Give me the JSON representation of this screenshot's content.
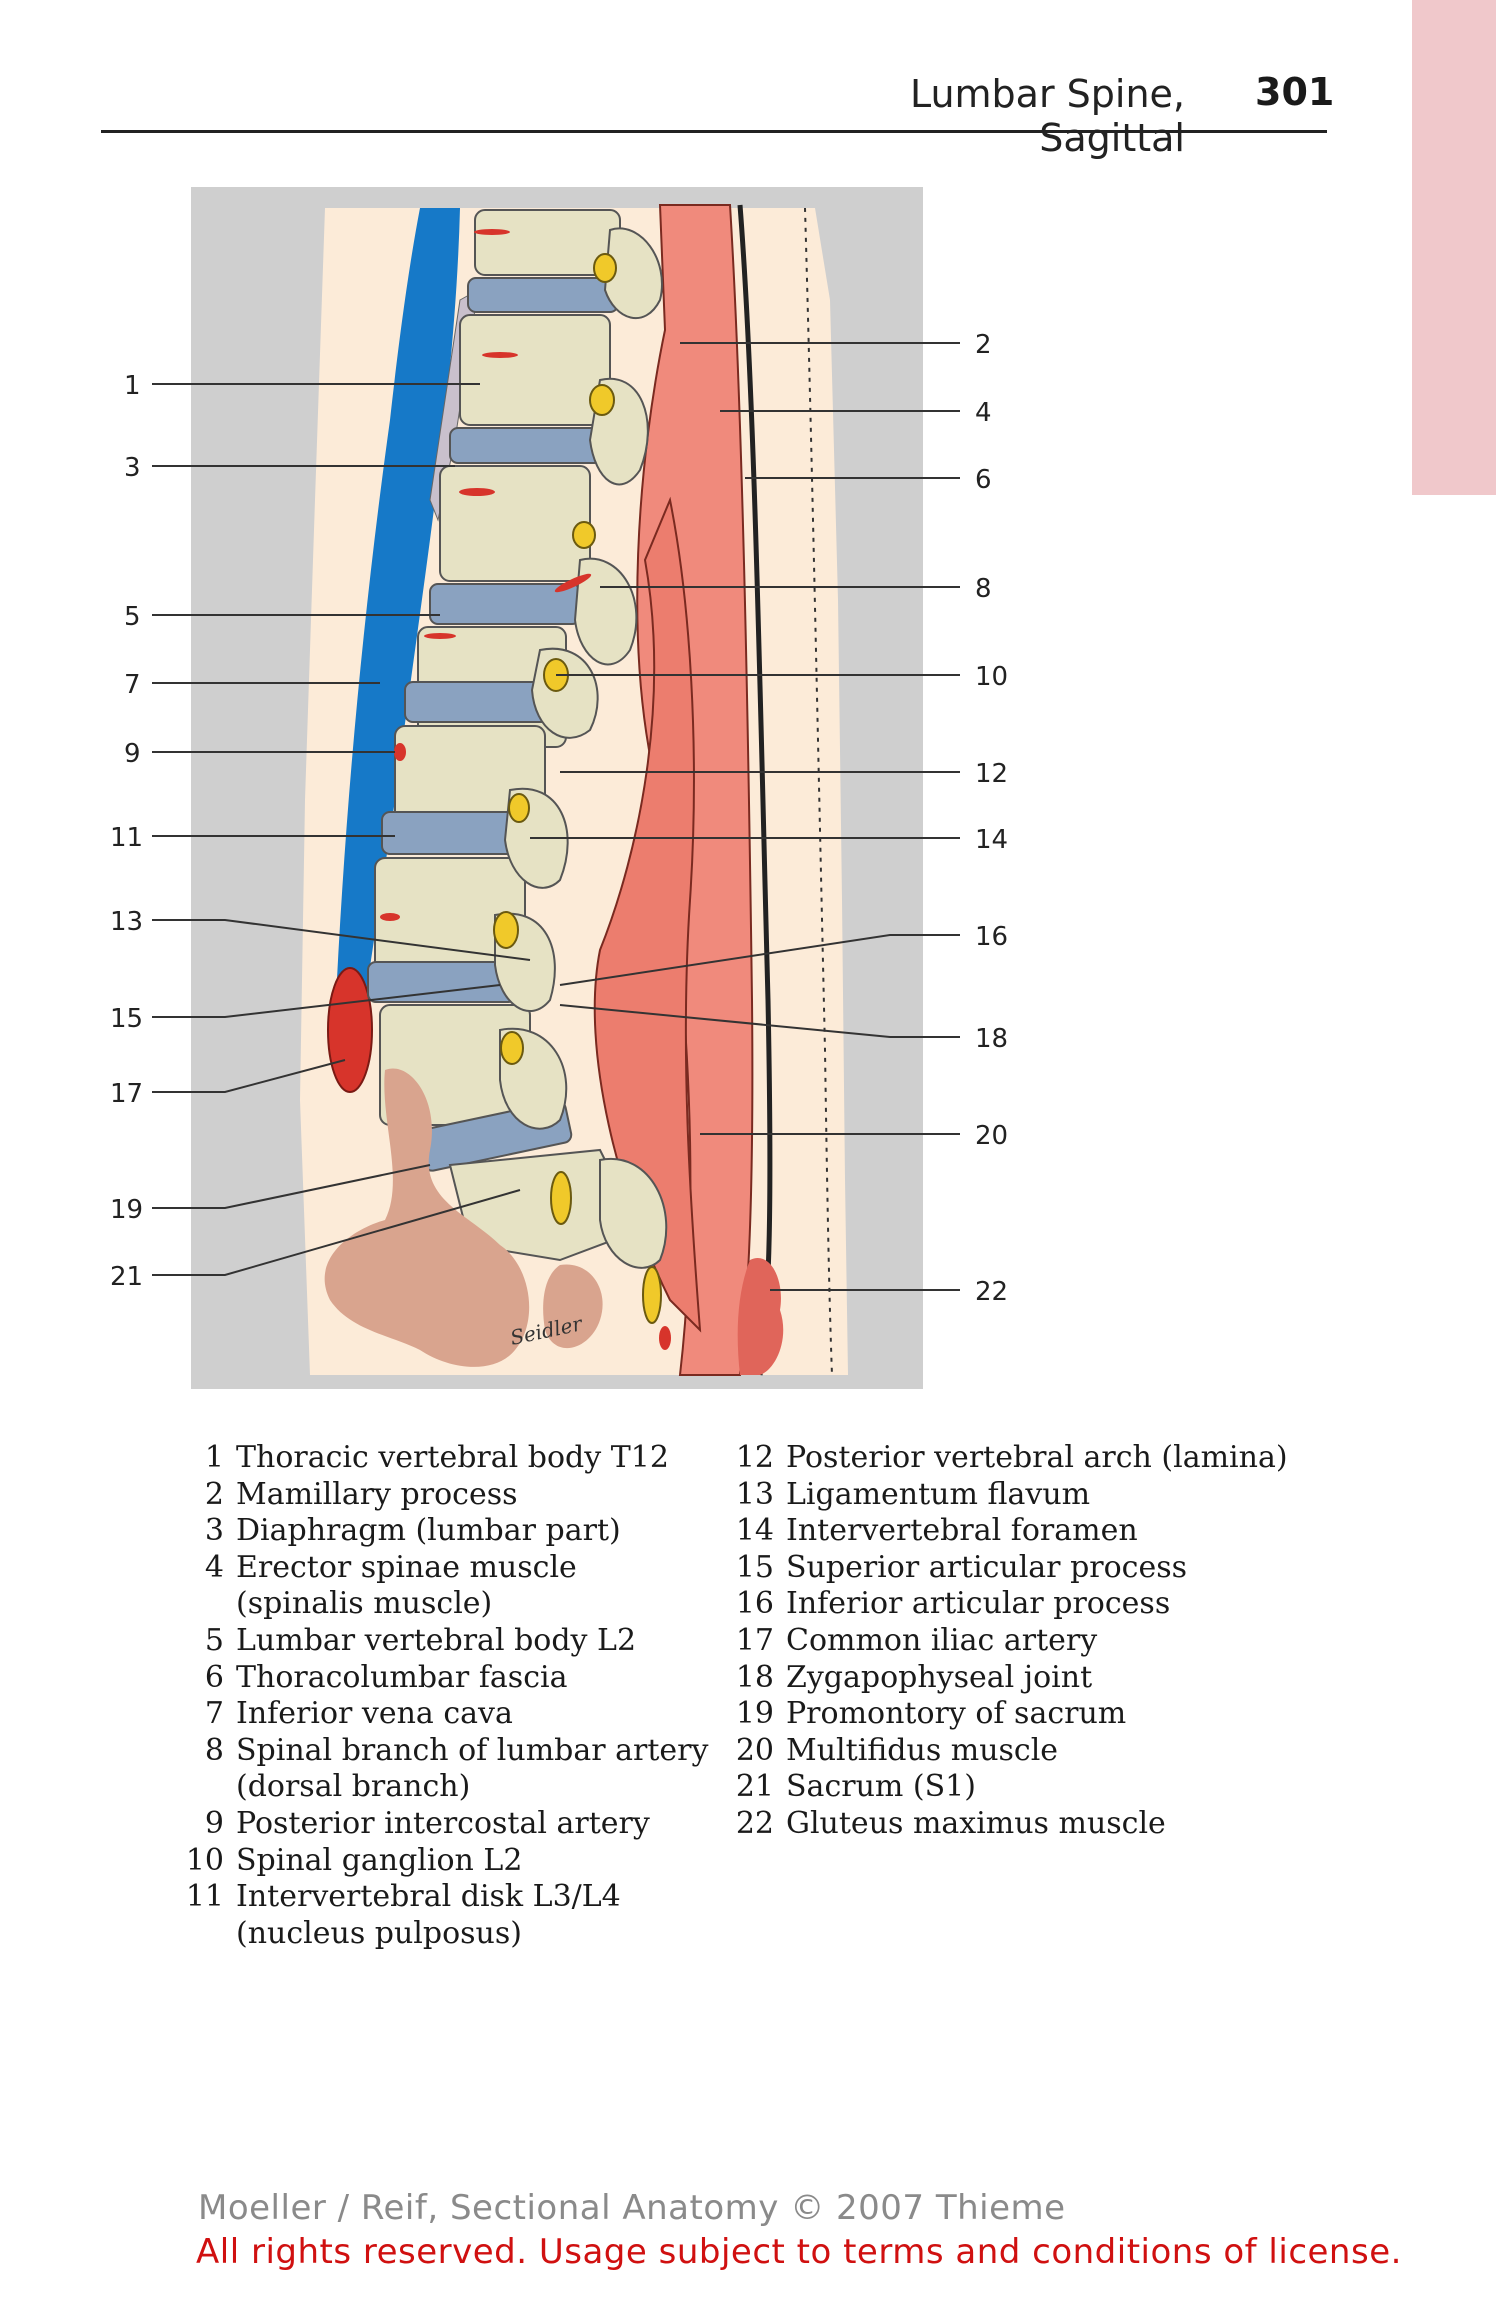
{
  "header": {
    "title": "Lumbar Spine, Sagittal",
    "page_number": "301"
  },
  "figure": {
    "left_labels": [
      "1",
      "3",
      "5",
      "7",
      "9",
      "11",
      "13",
      "15",
      "17",
      "19",
      "21"
    ],
    "right_labels": [
      "2",
      "4",
      "6",
      "8",
      "10",
      "12",
      "14",
      "16",
      "18",
      "20",
      "22"
    ],
    "signature": "Seidler",
    "colors": {
      "frame": "#cfcfcf",
      "skin": "#fcebd8",
      "vena_cava": "#1679c8",
      "vertebra": "#e6e2c4",
      "disk": "#8aa2c0",
      "muscle": "#f08a7c",
      "artery": "#d7342b",
      "ganglion": "#f0c92a",
      "sacral_soft": "#d9a48e",
      "diaphragm": "#c9c0cc"
    }
  },
  "legend": {
    "left": [
      {
        "num": "1",
        "text": "Thoracic vertebral body T12"
      },
      {
        "num": "2",
        "text": "Mamillary process"
      },
      {
        "num": "3",
        "text": "Diaphragm (lumbar part)"
      },
      {
        "num": "4",
        "text": "Erector spinae muscle"
      },
      {
        "num": "",
        "text": "(spinalis muscle)"
      },
      {
        "num": "5",
        "text": "Lumbar vertebral body L2"
      },
      {
        "num": "6",
        "text": "Thoracolumbar fascia"
      },
      {
        "num": "7",
        "text": "Inferior vena cava"
      },
      {
        "num": "8",
        "text": "Spinal branch of lumbar artery"
      },
      {
        "num": "",
        "text": "(dorsal branch)"
      },
      {
        "num": "9",
        "text": "Posterior intercostal artery"
      },
      {
        "num": "10",
        "text": "Spinal ganglion L2"
      },
      {
        "num": "11",
        "text": "Intervertebral disk L3/L4"
      },
      {
        "num": "",
        "text": "(nucleus pulposus)"
      }
    ],
    "right": [
      {
        "num": "12",
        "text": "Posterior vertebral arch (lamina)"
      },
      {
        "num": "13",
        "text": "Ligamentum flavum"
      },
      {
        "num": "14",
        "text": "Intervertebral foramen"
      },
      {
        "num": "15",
        "text": "Superior articular process"
      },
      {
        "num": "16",
        "text": "Inferior articular process"
      },
      {
        "num": "17",
        "text": "Common iliac artery"
      },
      {
        "num": "18",
        "text": "Zygapophyseal joint"
      },
      {
        "num": "19",
        "text": "Promontory of sacrum"
      },
      {
        "num": "20",
        "text": "Multifidus muscle"
      },
      {
        "num": "21",
        "text": "Sacrum (S1)"
      },
      {
        "num": "22",
        "text": "Gluteus maximus muscle"
      }
    ]
  },
  "footer": {
    "copyright": "Moeller / Reif, Sectional Anatomy © 2007 Thieme",
    "license": "All rights reserved. Usage subject to terms and conditions of license."
  }
}
